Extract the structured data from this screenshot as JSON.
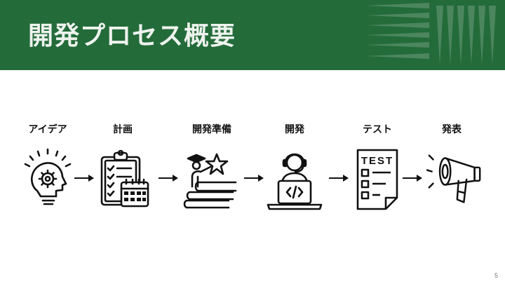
{
  "slide": {
    "title": "開発プロセス概要",
    "page_number": "5",
    "header_color": "#246b3a"
  },
  "steps": [
    {
      "label": "アイデア",
      "icon": "idea-head-gear-icon"
    },
    {
      "label": "計画",
      "icon": "clipboard-calendar-icon"
    },
    {
      "label": "開発準備",
      "icon": "books-graduate-star-icon"
    },
    {
      "label": "開発",
      "icon": "developer-laptop-icon"
    },
    {
      "label": "テスト",
      "icon": "test-checklist-icon"
    },
    {
      "label": "発表",
      "icon": "megaphone-icon"
    }
  ],
  "test_icon_text": "TEST"
}
